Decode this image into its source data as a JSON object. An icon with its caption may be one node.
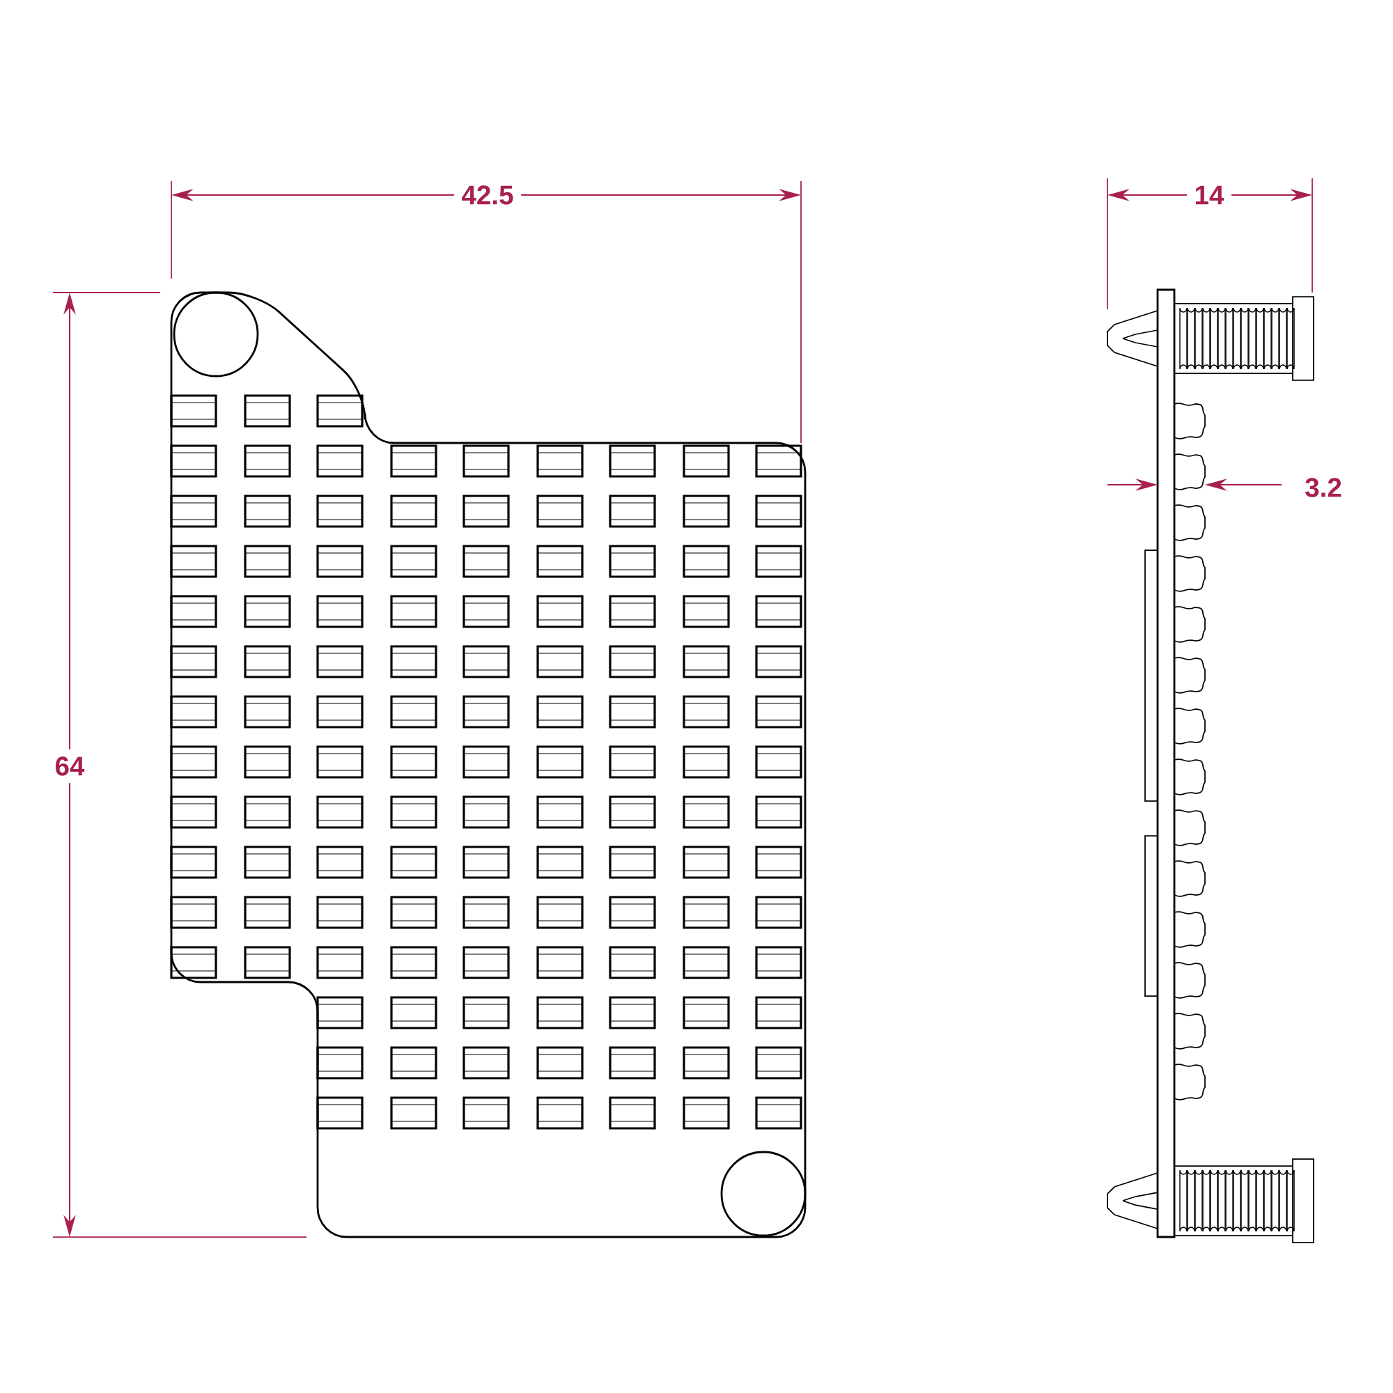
{
  "diagram": {
    "labels": [
      "42.5",
      "64",
      "14",
      "3.2"
    ]
  }
}
